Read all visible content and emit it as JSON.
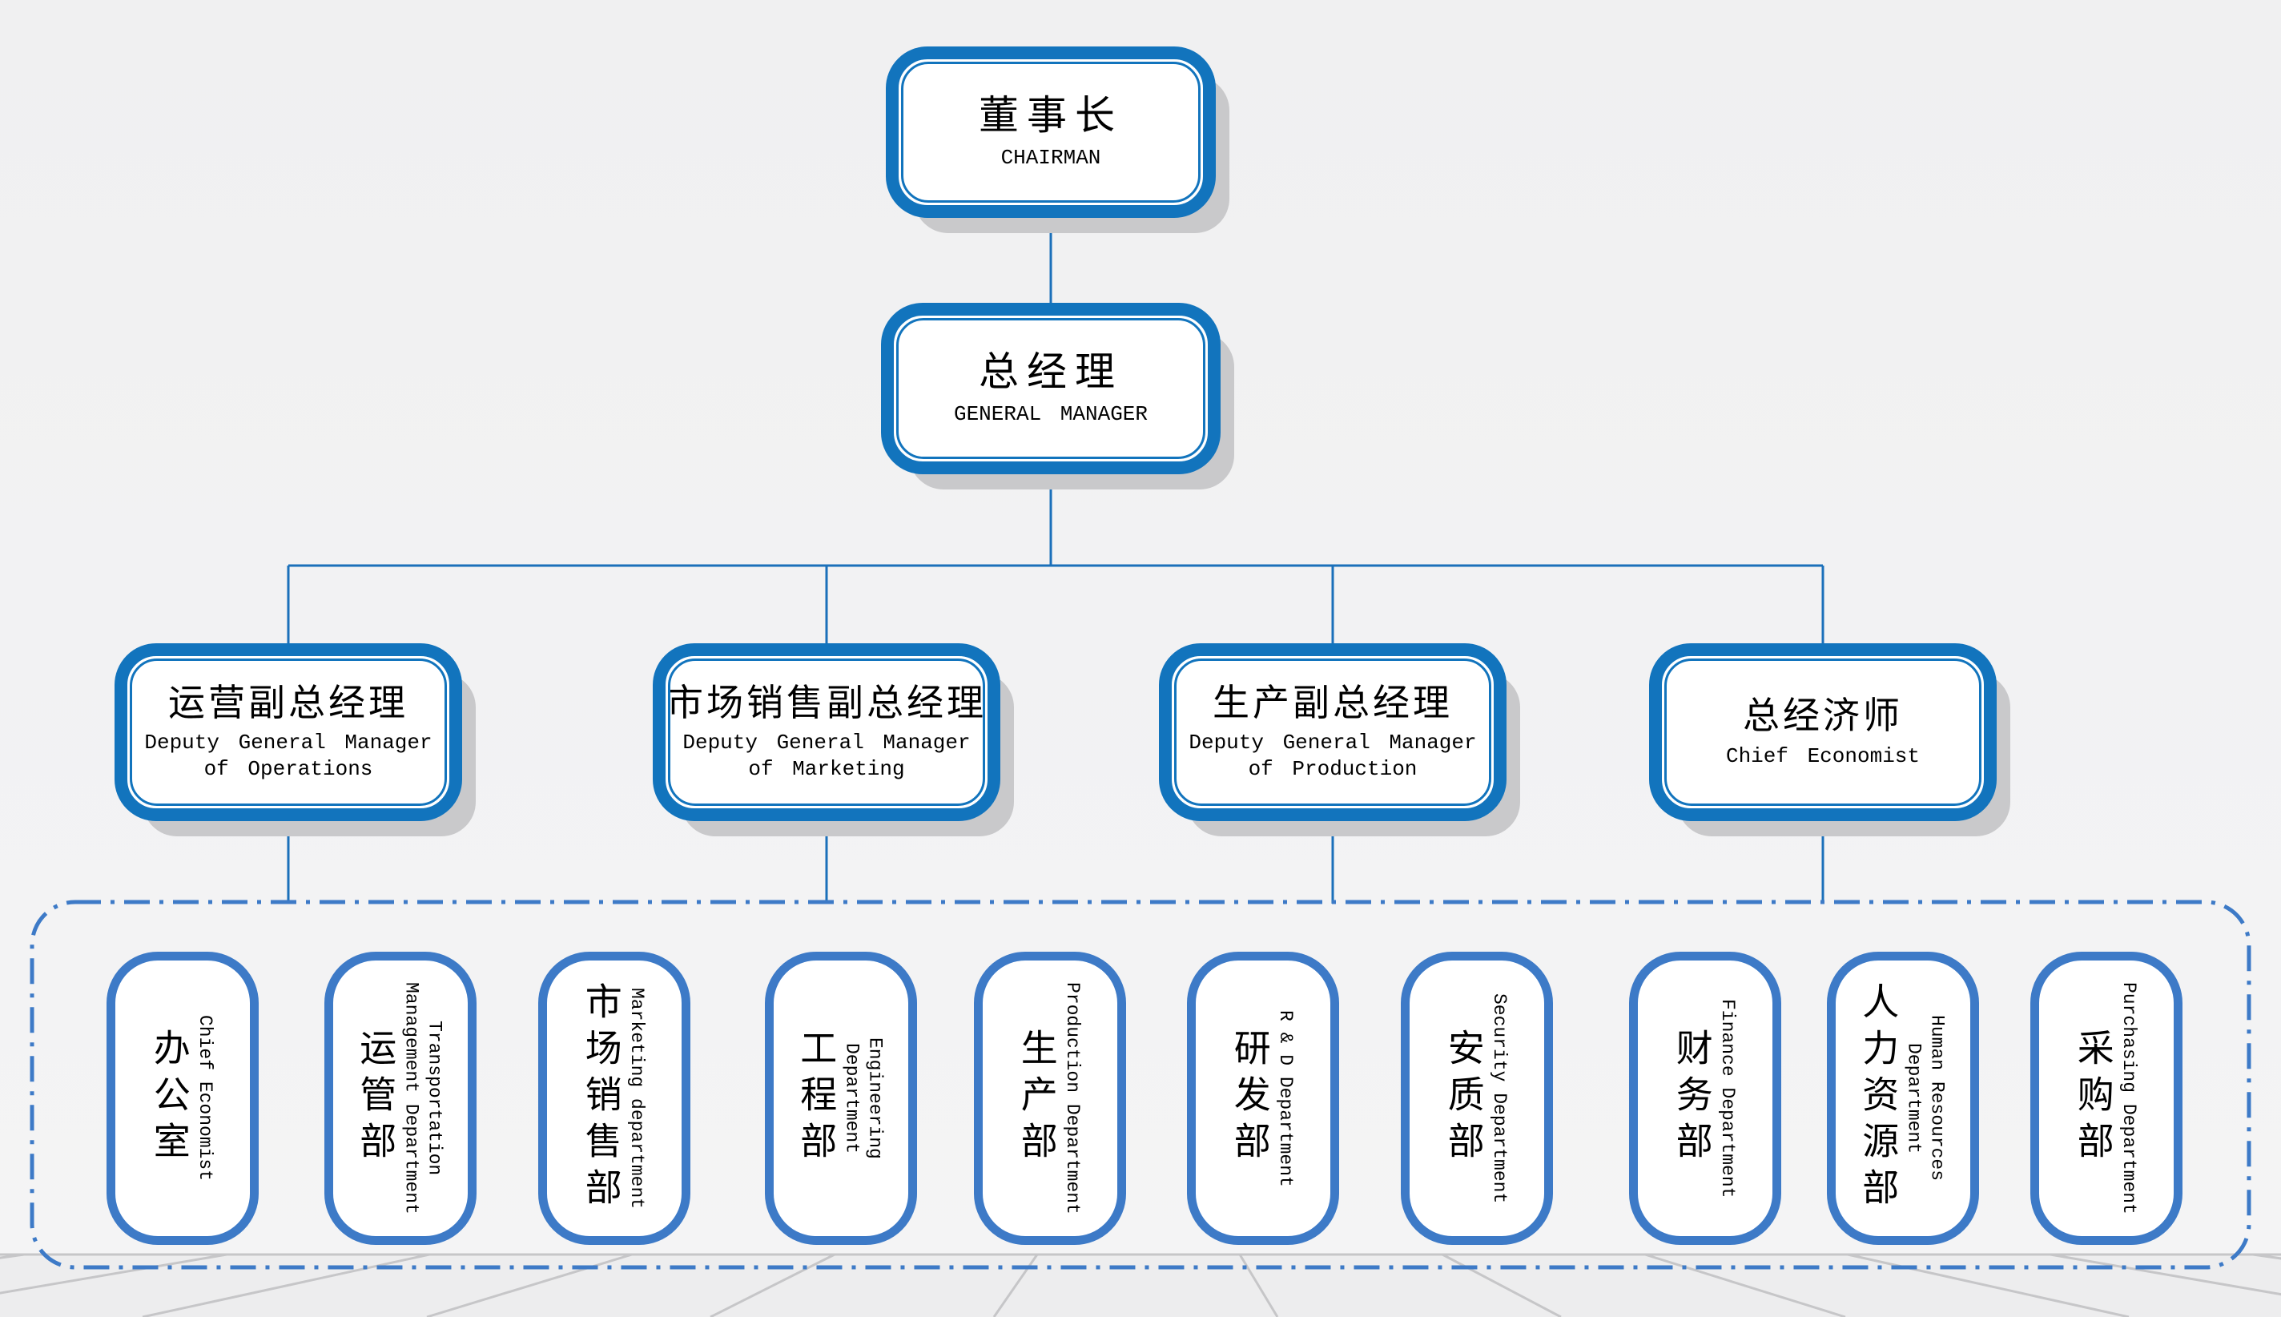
{
  "org": {
    "chairman": {
      "zh": "董事长",
      "en": "CHAIRMAN"
    },
    "general_manager": {
      "zh": "总经理",
      "en": "GENERAL MANAGER"
    },
    "deputies": [
      {
        "zh": "运营副总经理",
        "en": "Deputy General Manager of Operations"
      },
      {
        "zh": "市场销售副总经理",
        "en": "Deputy General Manager of Marketing"
      },
      {
        "zh": "生产副总经理",
        "en": "Deputy General Manager of Production"
      },
      {
        "zh": "总经济师",
        "en": "Chief Economist"
      }
    ],
    "departments": [
      {
        "zh": "办公室",
        "en": "Chief Economist"
      },
      {
        "zh": "运管部",
        "en": "Transportation\nManagement Department"
      },
      {
        "zh": "市场销售部",
        "en": "Marketing department"
      },
      {
        "zh": "工程部",
        "en": "Engineering\nDepartment"
      },
      {
        "zh": "生产部",
        "en": "Production Department"
      },
      {
        "zh": "研发部",
        "en": "R & D Department"
      },
      {
        "zh": "安质部",
        "en": "Security Department"
      },
      {
        "zh": "财务部",
        "en": "Finance Department"
      },
      {
        "zh": "人力资源部",
        "en": "Human Resources\nDepartment"
      },
      {
        "zh": "采购部",
        "en": "Purchasing Department"
      }
    ]
  },
  "colors": {
    "node_border": "#1274bd",
    "dept_border": "#3d7ac7",
    "connector": "#1b70ba",
    "dashed_border": "#3d7ac7",
    "shadow": "#c9c9cb",
    "background": "#f1f1f2",
    "floor_line": "#c6c6c8",
    "text": "#000000"
  }
}
